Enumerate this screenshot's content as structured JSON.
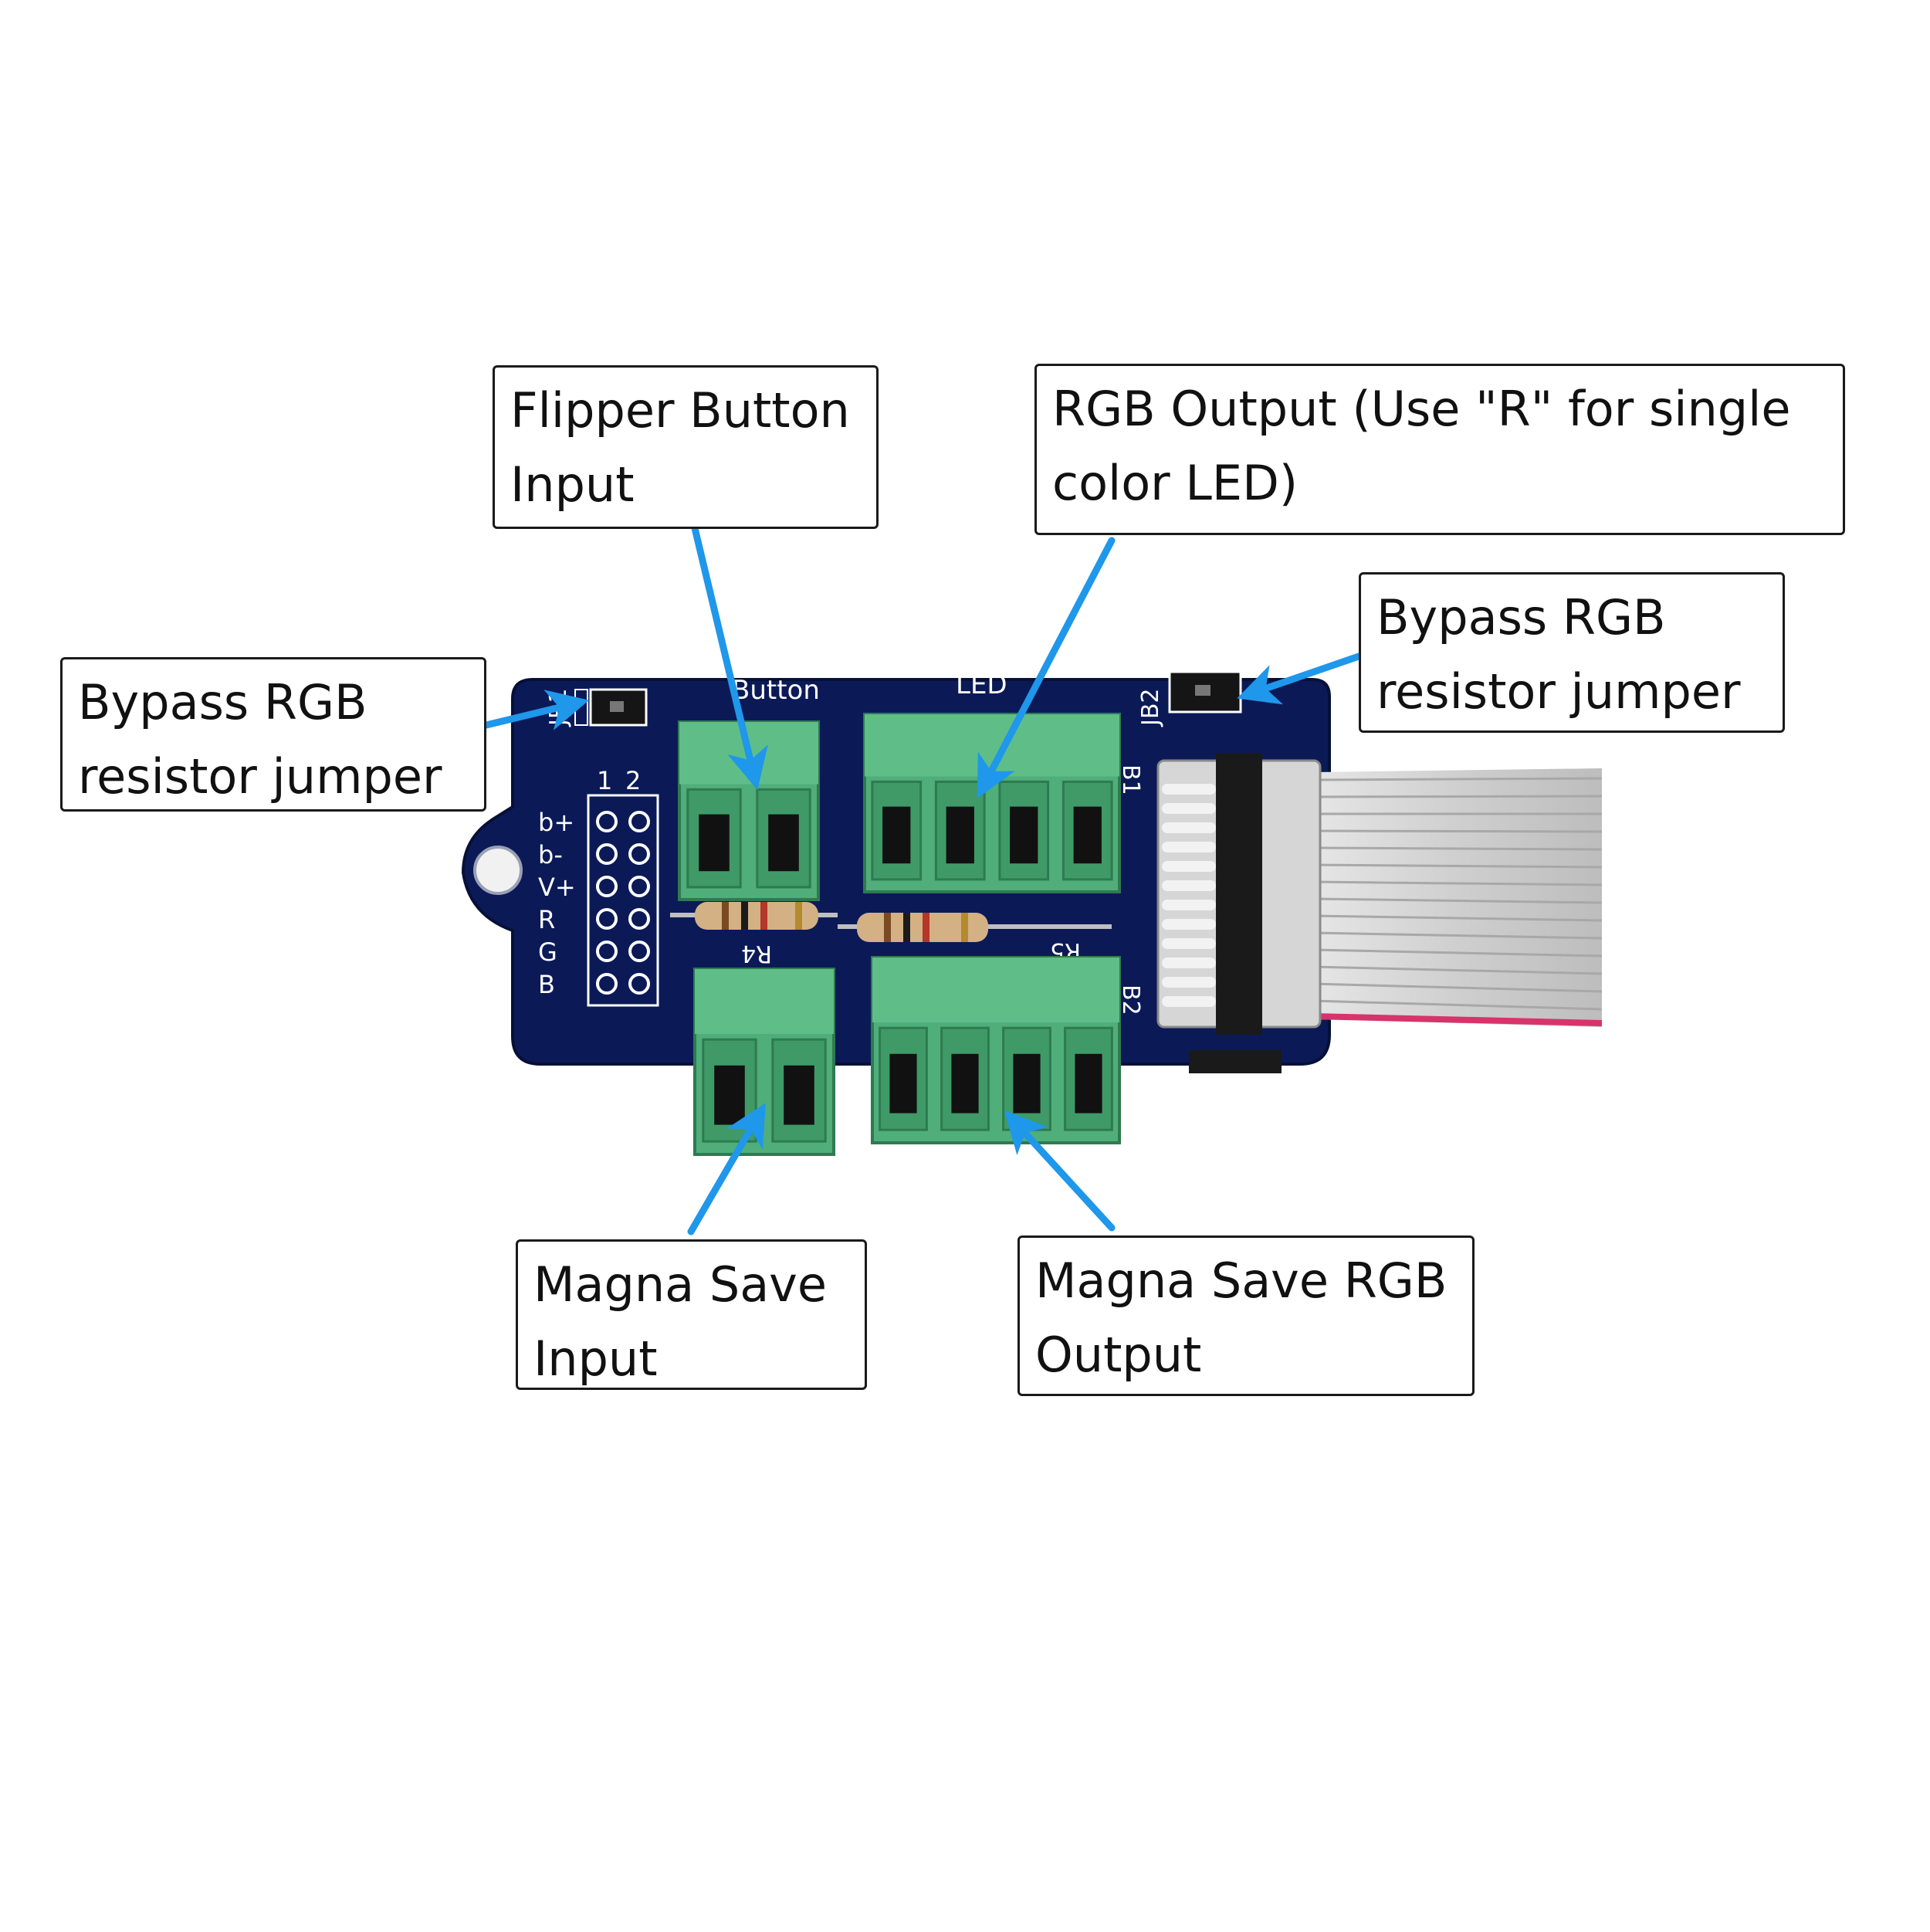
{
  "colors": {
    "background": "#ffffff",
    "pcb": "#0b1a57",
    "terminal_green": "#4fae7a",
    "arrow_blue": "#1f97ea",
    "ribbon_grey": "#c9c9c9",
    "ribbon_stripe": "#d8336b",
    "silkscreen": "#ffffff"
  },
  "callouts": {
    "flipper_input": {
      "line1": "Flipper Button",
      "line2": "Input"
    },
    "rgb_output": {
      "line1": "RGB Output (Use \"R\" for single",
      "line2": "color LED)"
    },
    "bypass_left": {
      "line1": "Bypass RGB",
      "line2": "resistor jumper"
    },
    "bypass_right": {
      "line1": "Bypass RGB",
      "line2": "resistor jumper"
    },
    "magna_input": {
      "line1": "Magna Save",
      "line2": "Input"
    },
    "magna_rgb_output": {
      "line1": "Magna Save RGB",
      "line2": "Output"
    }
  },
  "silkscreen": {
    "button": "Button",
    "led": "LED",
    "b1": "B1",
    "b2": "B2",
    "jb1": "JB1",
    "jb2": "JB2",
    "r4": "R4",
    "r5": "R5",
    "col_1": "1",
    "col_2": "2",
    "pins": [
      "b+",
      "b-",
      "V+",
      "R",
      "G",
      "B"
    ]
  }
}
